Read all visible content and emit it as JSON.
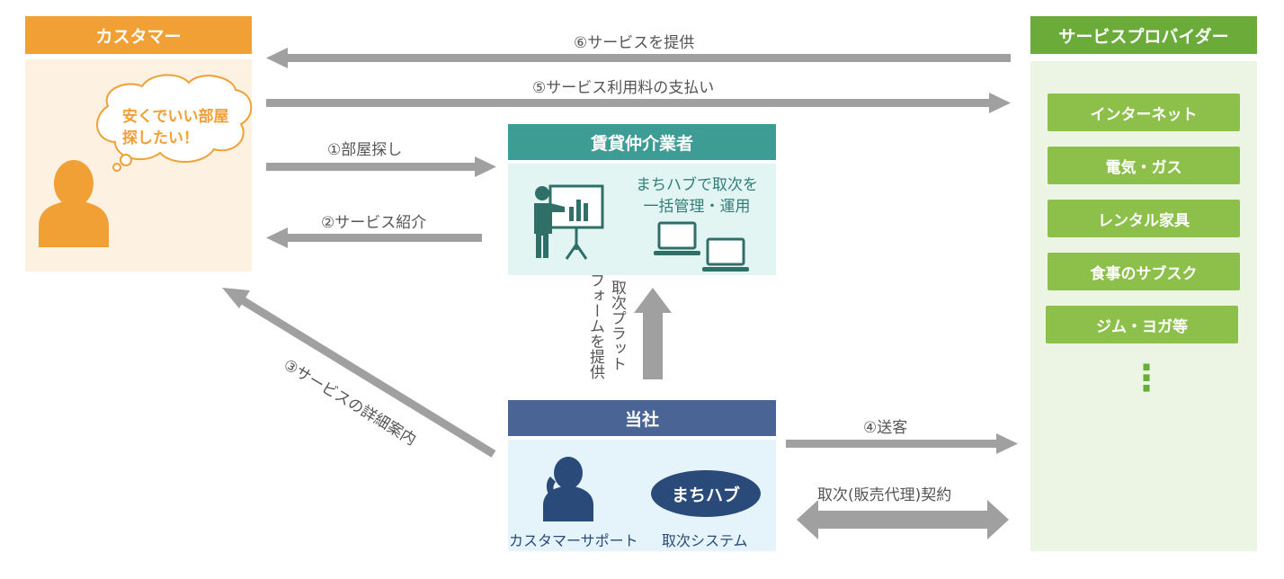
{
  "customer": {
    "header": "カスタマー",
    "bubble_line1": "安くでいい部屋",
    "bubble_line2": "探したい！"
  },
  "agency": {
    "header": "賃貸仲介業者",
    "text_line1": "まちハブで取次を",
    "text_line2": "一括管理・運用"
  },
  "provider": {
    "header": "サービスプロバイダー",
    "services": [
      "インターネット",
      "電気・ガス",
      "レンタル家具",
      "食事のサブスク",
      "ジム・ヨガ等"
    ],
    "more": "⋮"
  },
  "company": {
    "header": "当社",
    "support_label": "カスタマーサポート",
    "system_badge": "まちハブ",
    "system_label": "取次システム"
  },
  "flows": {
    "step1": "①部屋探し",
    "step2": "②サービス紹介",
    "step3": "③サービスの詳細案内",
    "step4": "④送客",
    "step5": "⑤サービス利用料の支払い",
    "step6": "⑥サービスを提供",
    "platform_col1": "取次プラット",
    "platform_col2": "フォームを提供",
    "contract": "取次(販売代理)契約"
  },
  "colors": {
    "customer": "#f0a035",
    "customer_bg": "#fdf1e1",
    "agency": "#3d9c94",
    "agency_bg": "#e3f5f3",
    "provider": "#6aab3a",
    "provider_bg": "#ecf5e3",
    "service_box": "#8dc04b",
    "company": "#4b6496",
    "company_bg": "#e5f4fb",
    "arrow": "#a0a0a0"
  }
}
